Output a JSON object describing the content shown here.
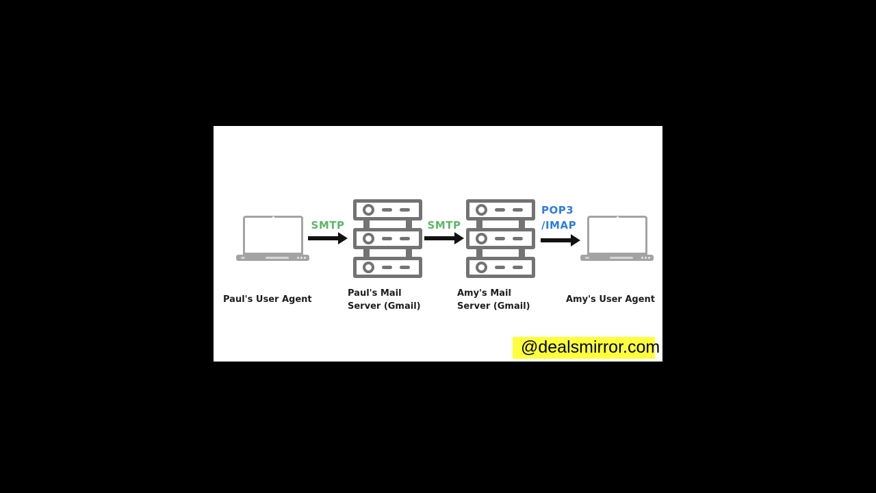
{
  "scene": {
    "background": "#000000",
    "canvas_background": "#ffffff"
  },
  "diagram": {
    "nodes": [
      {
        "id": "paul-user-agent",
        "type": "laptop",
        "label": "Paul's User Agent"
      },
      {
        "id": "paul-mail-server",
        "type": "server",
        "label_line1": "Paul's Mail",
        "label_line2": "Server (Gmail)"
      },
      {
        "id": "amy-mail-server",
        "type": "server",
        "label_line1": "Amy's Mail",
        "label_line2": "Server (Gmail)"
      },
      {
        "id": "amy-user-agent",
        "type": "laptop",
        "label": "Amy's User Agent"
      }
    ],
    "edges": [
      {
        "from": "paul-user-agent",
        "to": "paul-mail-server",
        "protocol": "SMTP",
        "protocol_color": "#5bb863"
      },
      {
        "from": "paul-mail-server",
        "to": "amy-mail-server",
        "protocol": "SMTP",
        "protocol_color": "#5bb863"
      },
      {
        "from": "amy-mail-server",
        "to": "amy-user-agent",
        "protocol_line1": "POP3",
        "protocol_line2": "/IMAP",
        "protocol_color": "#2b7de9"
      }
    ]
  },
  "watermark": {
    "text": "@dealsmirror.com",
    "background_color": "#fdff3c",
    "text_color": "#000000"
  },
  "colors": {
    "server_icon": "#737373",
    "laptop_icon": "#a3a3a3",
    "arrow": "#121212",
    "label_text": "#1d1d1d"
  }
}
